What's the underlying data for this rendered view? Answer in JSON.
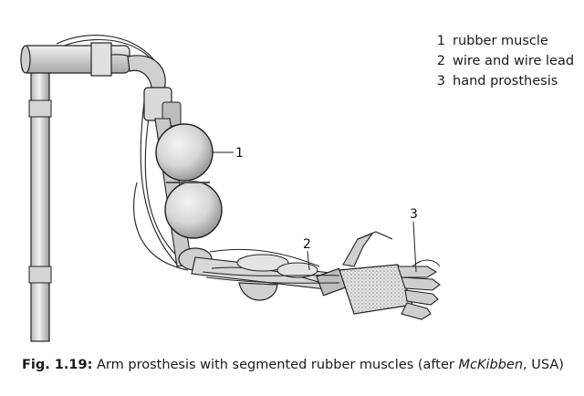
{
  "legend": {
    "items": [
      {
        "number": "1",
        "label": "rubber muscle"
      },
      {
        "number": "2",
        "label": "wire and wire lead"
      },
      {
        "number": "3",
        "label": "hand prosthesis"
      }
    ]
  },
  "callouts": [
    "1",
    "2",
    "3"
  ],
  "caption": {
    "figure_label": "Fig. 1.19:",
    "text_before": "Arm prosthesis with segmented rubber muscles (after ",
    "author": "McKibben",
    "text_after": ", USA)"
  }
}
